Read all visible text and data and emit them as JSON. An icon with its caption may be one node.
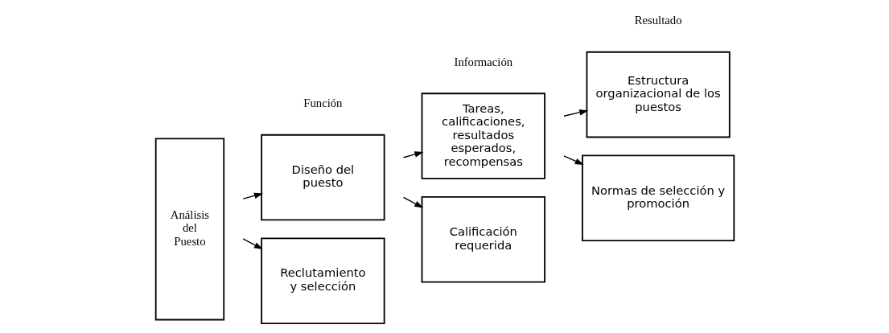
{
  "diagram": {
    "nodes": [
      {
        "text": [
          "Análisis del Puesto"
        ]
      },
      {
        "text": [
          "Diseño del puesto"
        ]
      },
      {
        "text": [
          "Tareas, calificaciones, resultados esperados, recompensas"
        ]
      },
      {
        "text": [
          "Estructura organizacional de los puestos"
        ]
      },
      {
        "text": [
          "Reclutamiento y selección"
        ]
      },
      {
        "text": [
          "Calificación requerida"
        ]
      },
      {
        "text": [
          "Normas de selección y promoción"
        ]
      }
    ],
    "edges": [
      {
        "from": null,
        "to": 1,
        "arrow": "to"
      },
      {
        "from": null,
        "to": 2,
        "arrow": "to"
      },
      {
        "from": null,
        "to": 3,
        "arrow": "to"
      },
      {
        "from": null,
        "to": 4,
        "arrow": "to"
      },
      {
        "from": null,
        "to": 5,
        "arrow": "to"
      },
      {
        "from": null,
        "to": 6,
        "arrow": "to"
      }
    ],
    "labels": [
      "Función",
      "Información",
      "Resultado"
    ]
  }
}
